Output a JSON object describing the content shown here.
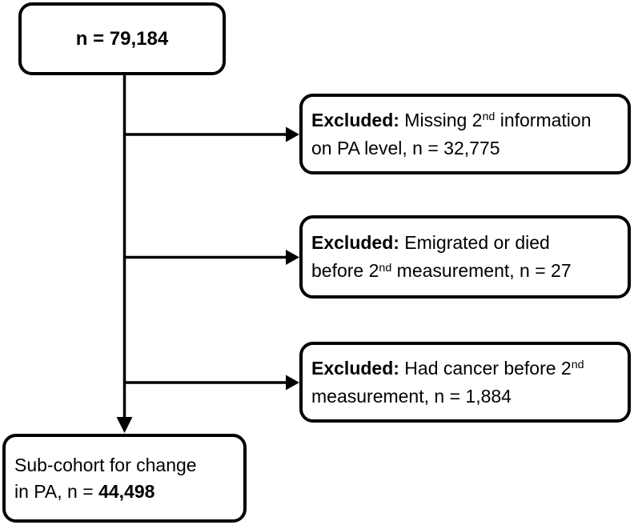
{
  "diagram": {
    "background_color": "#ffffff",
    "stroke_color": "#000000",
    "box_fill_color": "#ffffff",
    "top_box": {
      "text": "n = 79,184"
    },
    "exclusions": [
      {
        "l1b": "Excluded:",
        "l1a": " Missing 2",
        "l1sup": "nd",
        "l1t": " information",
        "l2a": "on PA level, n = 32,775",
        "l2sup": "",
        "l2t": ""
      },
      {
        "l1b": "Excluded:",
        "l1a": " Emigrated or died",
        "l1sup": "",
        "l1t": "",
        "l2a": "before 2",
        "l2sup": "nd",
        "l2t": " measurement, n = 27"
      },
      {
        "l1b": "Excluded:",
        "l1a": " Had cancer before 2",
        "l1sup": "nd",
        "l1t": "",
        "l2a": "measurement, n = 1,884",
        "l2sup": "",
        "l2t": ""
      }
    ],
    "bottom_box": {
      "line1": "Sub-cohort for change",
      "line2_normal": "in PA, n = ",
      "line2_bold": "44,498"
    }
  }
}
